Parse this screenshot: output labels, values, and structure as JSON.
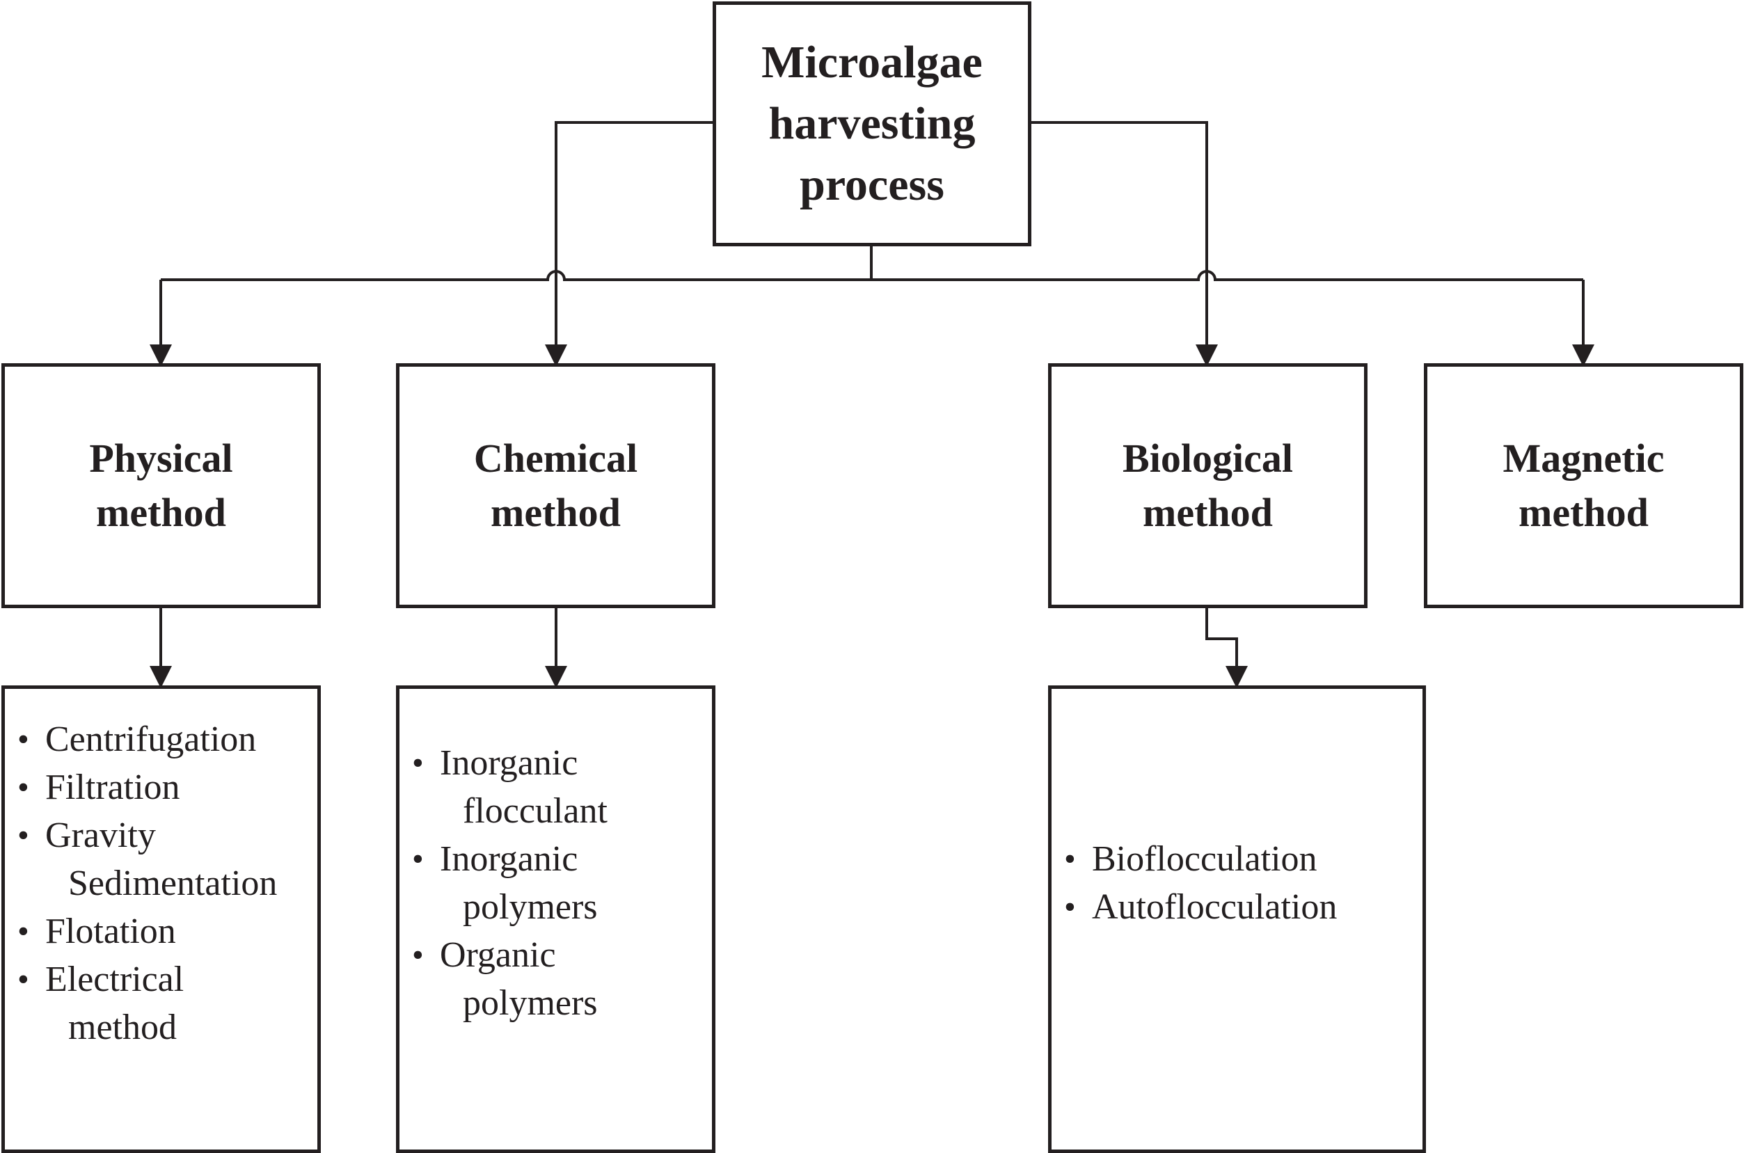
{
  "diagram": {
    "root": {
      "lines": [
        "Microalgae",
        "harvesting",
        "process"
      ]
    },
    "methods": [
      {
        "key": "physical",
        "lines": [
          "Physical",
          "method"
        ]
      },
      {
        "key": "chemical",
        "lines": [
          "Chemical",
          "method"
        ]
      },
      {
        "key": "biological",
        "lines": [
          "Biological",
          "method"
        ]
      },
      {
        "key": "magnetic",
        "lines": [
          "Magnetic",
          "method"
        ]
      }
    ],
    "lists": {
      "physical": [
        {
          "lines": [
            "Centrifugation"
          ]
        },
        {
          "lines": [
            "Filtration"
          ]
        },
        {
          "lines": [
            "Gravity",
            "Sedimentation"
          ]
        },
        {
          "lines": [
            "Flotation"
          ]
        },
        {
          "lines": [
            "Electrical",
            "method"
          ]
        }
      ],
      "chemical": [
        {
          "lines": [
            "Inorganic",
            "flocculant"
          ]
        },
        {
          "lines": [
            "Inorganic",
            "polymers"
          ]
        },
        {
          "lines": [
            "Organic",
            "polymers"
          ]
        }
      ],
      "biological": [
        {
          "lines": [
            "Bioflocculation"
          ]
        },
        {
          "lines": [
            "Autoflocculation"
          ]
        }
      ]
    },
    "line_color": "#231f20"
  }
}
